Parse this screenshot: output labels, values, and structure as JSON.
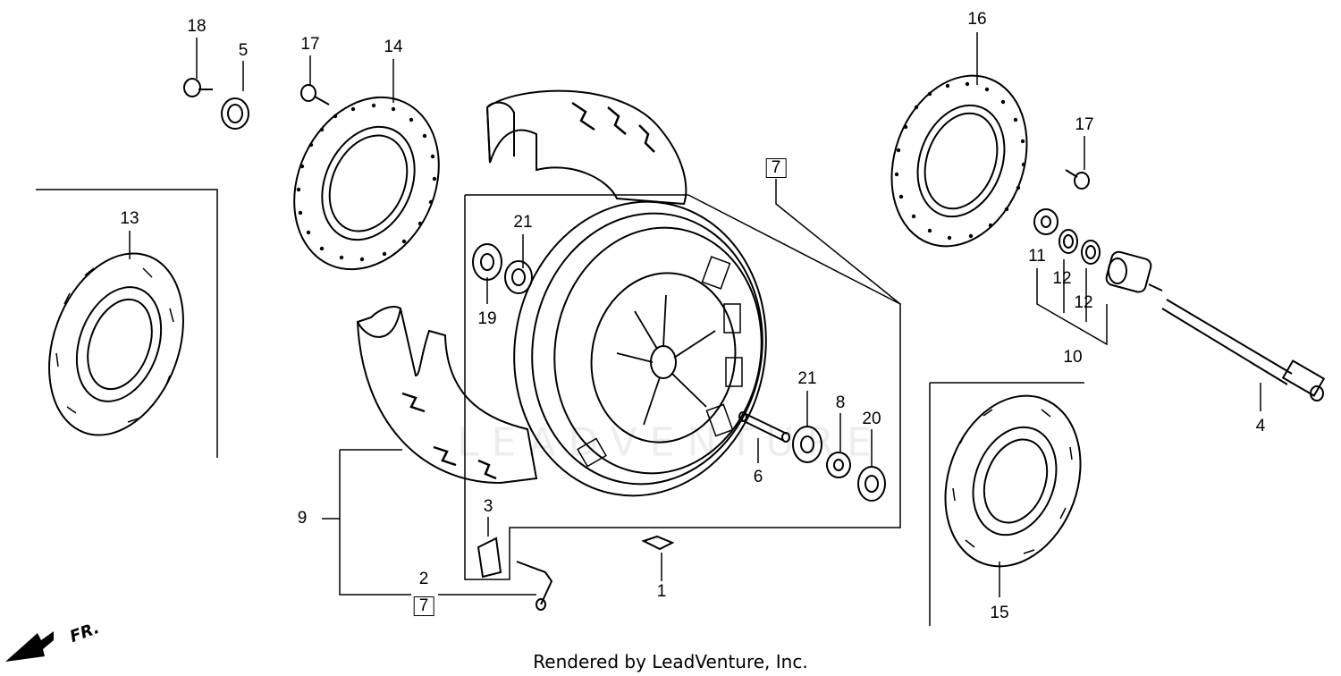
{
  "diagram": {
    "callouts": {
      "c1": "1",
      "c2": "2",
      "c3": "3",
      "c4": "4",
      "c5": "5",
      "c6": "6",
      "c7a": "7",
      "c7b": "7",
      "c8": "8",
      "c9": "9",
      "c10": "10",
      "c11": "11",
      "c12a": "12",
      "c12b": "12",
      "c13": "13",
      "c14": "14",
      "c15": "15",
      "c16": "16",
      "c17a": "17",
      "c17b": "17",
      "c18": "18",
      "c19": "19",
      "c20": "20",
      "c21a": "21",
      "c21b": "21"
    },
    "direction_label": "FR.",
    "watermark": "LEADVENTURE"
  },
  "footer": "Rendered by LeadVenture, Inc.",
  "colors": {
    "ink": "#000000",
    "background": "#ffffff"
  }
}
